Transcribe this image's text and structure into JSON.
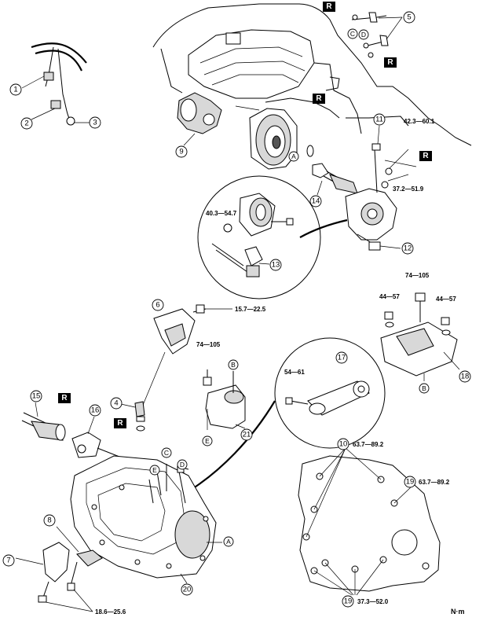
{
  "figure": {
    "unit": "N·m",
    "replace_mark": "R"
  },
  "callouts": [
    {
      "id": "c1",
      "label": "1"
    },
    {
      "id": "c2",
      "label": "2"
    },
    {
      "id": "c3",
      "label": "3"
    },
    {
      "id": "c4",
      "label": "4"
    },
    {
      "id": "c5",
      "label": "5"
    },
    {
      "id": "c6",
      "label": "6"
    },
    {
      "id": "c7",
      "label": "7"
    },
    {
      "id": "c8",
      "label": "8"
    },
    {
      "id": "c9",
      "label": "9"
    },
    {
      "id": "c10",
      "label": "10"
    },
    {
      "id": "c11",
      "label": "11"
    },
    {
      "id": "c12",
      "label": "12"
    },
    {
      "id": "c13",
      "label": "13"
    },
    {
      "id": "c14",
      "label": "14"
    },
    {
      "id": "c15",
      "label": "15"
    },
    {
      "id": "c16",
      "label": "16"
    },
    {
      "id": "c17",
      "label": "17"
    },
    {
      "id": "c18",
      "label": "18"
    },
    {
      "id": "c19a",
      "label": "19"
    },
    {
      "id": "c19b",
      "label": "19"
    },
    {
      "id": "c20",
      "label": "20"
    },
    {
      "id": "c21",
      "label": "21"
    }
  ],
  "letters": [
    "A",
    "B",
    "C",
    "D",
    "E"
  ],
  "torques": {
    "t_42": "42.3—60.1",
    "t_37": "37.2—51.9",
    "t_40": "40.3—54.7",
    "t_15": "15.7—22.5",
    "t_74a": "74—105",
    "t_74b": "74—105",
    "t_44a": "44—57",
    "t_44b": "44—57",
    "t_54": "54—61",
    "t_63a": "63.7—89.2",
    "t_63b": "63.7—89.2",
    "t_18": "18.6—25.6",
    "t_37b": "37.3—52.0"
  }
}
